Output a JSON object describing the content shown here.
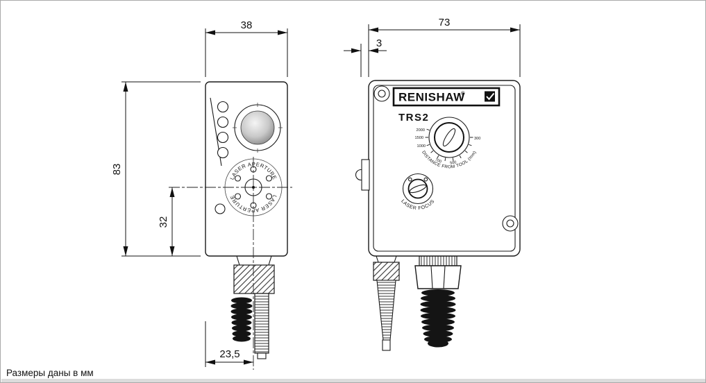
{
  "note": "Размеры даны в мм",
  "dimensions": {
    "front_width": "38",
    "side_width": "73",
    "protrusion": "3",
    "height": "83",
    "aperture_offset": "32",
    "cable_offset": "23,5"
  },
  "device": {
    "brand": "RENISHAW",
    "brand_reg": "®",
    "model": "TRS2",
    "aperture_label_top": "LASER APERTURE",
    "aperture_label_bottom": "LASER APERTURE",
    "dial_label": "DISTANCE  FROM  TOOL  (mm)",
    "focus_label": "LASER FOCUS",
    "dial_scale": [
      "2000",
      "1500",
      "1000",
      "700",
      "500",
      "300"
    ]
  }
}
